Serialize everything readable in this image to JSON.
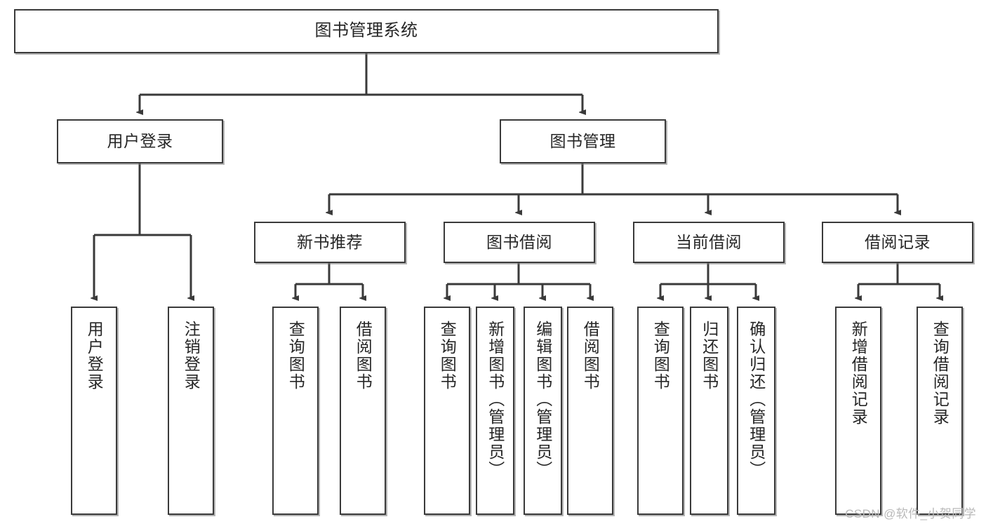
{
  "diagram": {
    "title": "图书管理系统",
    "watermark": "CSDN @软件_小贺同学",
    "line_color": "#3a3a3a",
    "box_border_color": "#3a3a3a",
    "text_color": "#262626",
    "background": "#ffffff"
  },
  "nodes": {
    "root": {
      "label": "图书管理系统"
    },
    "level2": [
      {
        "label": "用户登录"
      },
      {
        "label": "图书管理"
      }
    ],
    "level3": [
      {
        "label": "新书推荐"
      },
      {
        "label": "图书借阅"
      },
      {
        "label": "当前借阅"
      },
      {
        "label": "借阅记录"
      }
    ],
    "leaves": {
      "user_login": [
        {
          "label": "用户登录"
        },
        {
          "label": "注销登录"
        }
      ],
      "new_book_recommend": [
        {
          "label": "查询图书"
        },
        {
          "label": "借阅图书"
        }
      ],
      "book_borrow": [
        {
          "label": "查询图书"
        },
        {
          "label": "新增图书（管理员）"
        },
        {
          "label": "编辑图书（管理员）"
        },
        {
          "label": "借阅图书"
        }
      ],
      "current_borrow": [
        {
          "label": "查询图书"
        },
        {
          "label": "归还图书"
        },
        {
          "label": "确认归还（管理员）"
        }
      ],
      "borrow_record": [
        {
          "label": "新增借阅记录"
        },
        {
          "label": "查询借阅记录"
        }
      ]
    }
  }
}
